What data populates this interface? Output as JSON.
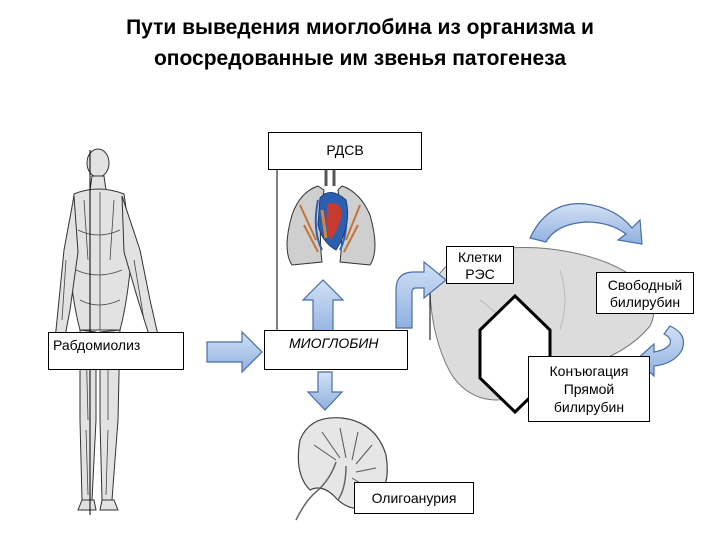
{
  "title": {
    "line1": "Пути выведения миоглобина из организма и",
    "line2": "опосредованные им звенья патогенеза"
  },
  "nodes": {
    "rdsv": "РДСВ",
    "res_line1": "Клетки",
    "res_line2": "РЭС",
    "free_bili_line1": "Свободный",
    "free_bili_line2": "билирубин",
    "rhabdo": "Рабдомиолиз",
    "myoglobin": "МИОГЛОБИН",
    "conj_line1": "Конъюгация",
    "conj_line2": "Прямой",
    "conj_line3": "билирубин",
    "oligo": "Олигоанурия"
  },
  "colors": {
    "arrow_fill": "#a9c2e6",
    "arrow_stroke": "#4a6ea5",
    "organ_gray": "#dcdcdc",
    "lung_heart_blue": "#2c5fb0",
    "lung_heart_red": "#c63a30",
    "lung_heart_orange": "#d4873c"
  },
  "icons": [
    "human-muscle-figure",
    "lungs-heart-icon",
    "liver-icon",
    "kidney-icon"
  ]
}
